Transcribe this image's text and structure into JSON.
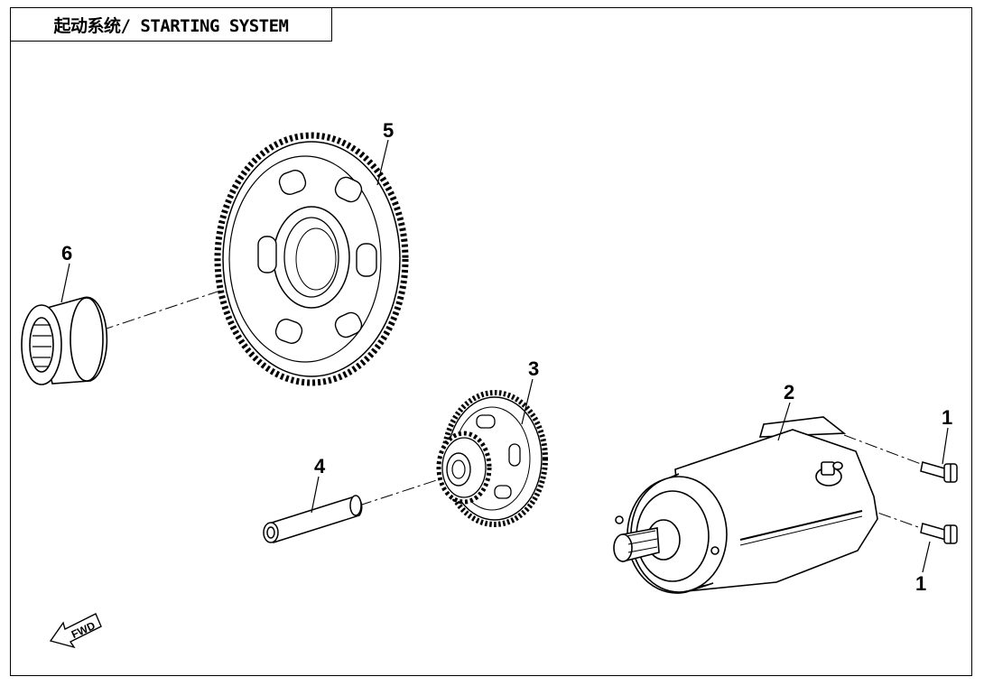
{
  "title": "起动系统/ STARTING SYSTEM",
  "callouts": {
    "p1a": "1",
    "p1b": "1",
    "p2": "2",
    "p3": "3",
    "p4": "4",
    "p5": "5",
    "p6": "6"
  },
  "fwd_label": "FWD",
  "parts": [
    {
      "id": "1",
      "icon": "bolt-icon"
    },
    {
      "id": "2",
      "icon": "starter-motor-icon"
    },
    {
      "id": "3",
      "icon": "double-gear-icon"
    },
    {
      "id": "4",
      "icon": "shaft-pin-icon"
    },
    {
      "id": "5",
      "icon": "large-gear-icon"
    },
    {
      "id": "6",
      "icon": "needle-bearing-icon"
    }
  ]
}
